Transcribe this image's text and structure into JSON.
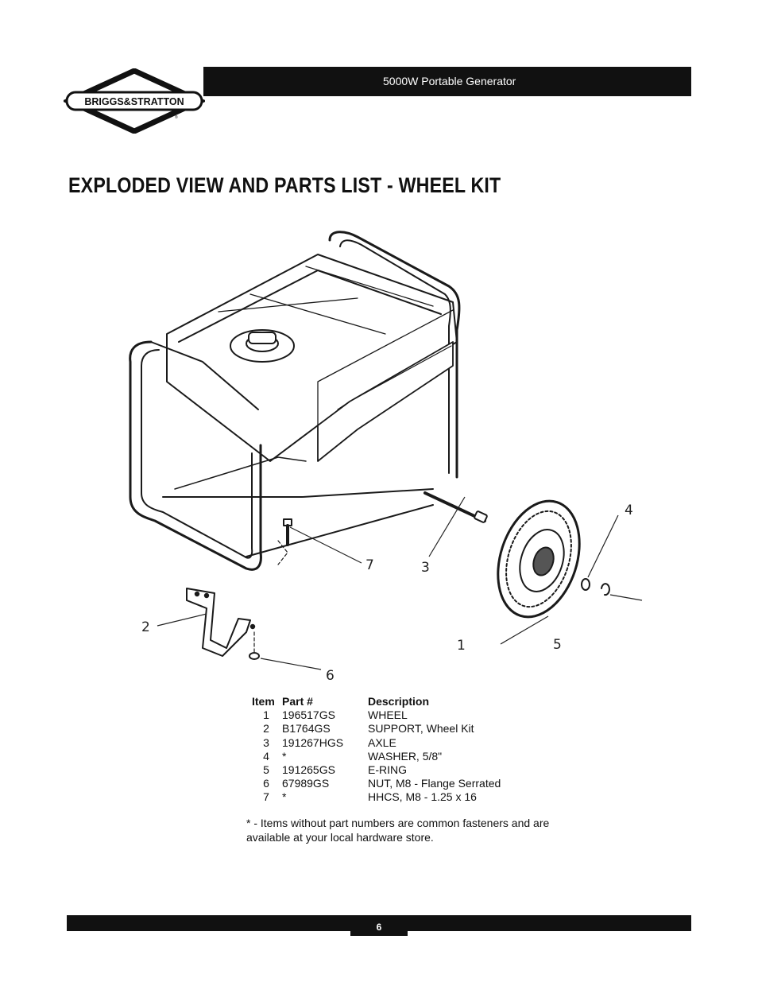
{
  "header": {
    "product": "5000W Portable Generator"
  },
  "logo": {
    "text": "BRIGGS & STRATTON"
  },
  "title": "EXPLODED VIEW AND PARTS LIST - WHEEL KIT",
  "callouts": [
    "1",
    "2",
    "3",
    "4",
    "5",
    "6",
    "7"
  ],
  "parts_table": {
    "headers": [
      "Item",
      "Part #",
      "Description"
    ],
    "rows": [
      {
        "item": "1",
        "part": "196517GS",
        "desc": "WHEEL"
      },
      {
        "item": "2",
        "part": "B1764GS",
        "desc": "SUPPORT, Wheel Kit"
      },
      {
        "item": "3",
        "part": "191267HGS",
        "desc": "AXLE"
      },
      {
        "item": "4",
        "part": "*",
        "desc": "WASHER, 5/8\""
      },
      {
        "item": "5",
        "part": "191265GS",
        "desc": "E-RING"
      },
      {
        "item": "6",
        "part": "67989GS",
        "desc": "NUT, M8 - Flange Serrated"
      },
      {
        "item": "7",
        "part": "*",
        "desc": "HHCS, M8 - 1.25 x 16"
      }
    ]
  },
  "footnote": "* - Items without part numbers are common fasteners and are available at your local hardware store.",
  "page_number": "6"
}
